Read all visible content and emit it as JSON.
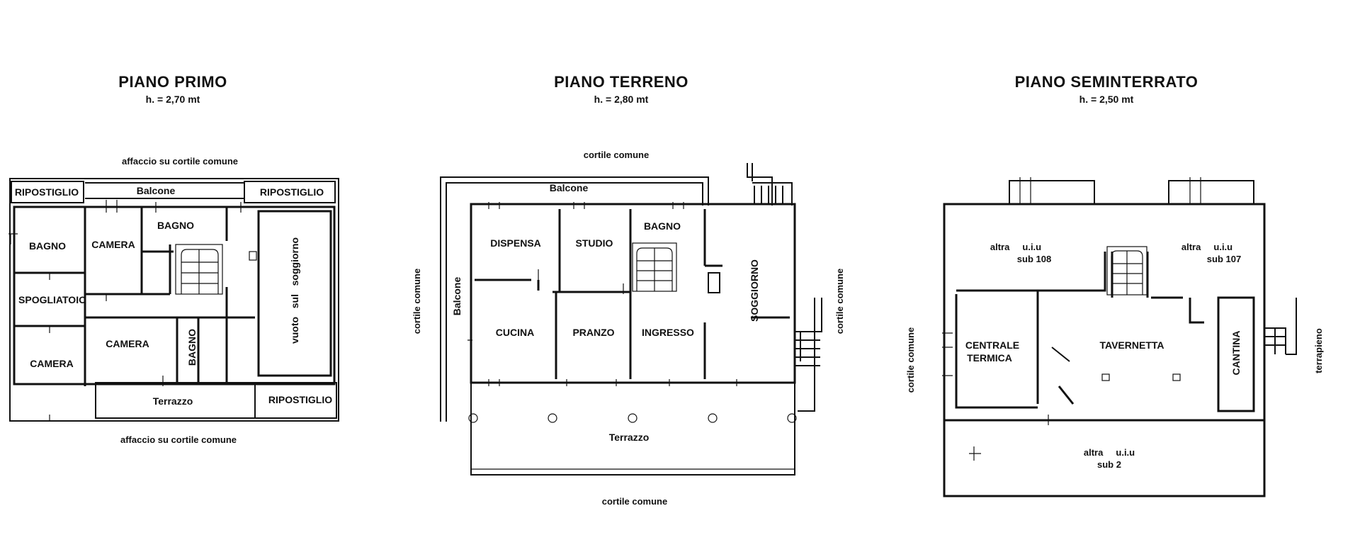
{
  "plans": [
    {
      "title": "PIANO PRIMO",
      "height": "h. = 2,70 mt",
      "notes": {
        "top": "affaccio su cortile comune",
        "bottom": "affaccio su cortile comune"
      },
      "rooms": {
        "ripostiglio_left": "RIPOSTIGLIO",
        "balcone": "Balcone",
        "ripostiglio_right": "RIPOSTIGLIO",
        "bagno_left": "BAGNO",
        "camera_top": "CAMERA",
        "bagno_top": "BAGNO",
        "spogliatoio": "SPOGLIATOIO",
        "camera_left": "CAMERA",
        "camera_mid": "CAMERA",
        "bagno_small": "BAGNO",
        "vuoto": "vuoto   sul   soggiorno",
        "terrazzo": "Terrazzo",
        "ripostiglio_bottom": "RIPOSTIGLIO"
      }
    },
    {
      "title": "PIANO TERRENO",
      "height": "h. = 2,80 mt",
      "notes": {
        "top": "cortile comune",
        "bottom": "cortile comune",
        "left": "cortile comune",
        "right": "cortile comune"
      },
      "rooms": {
        "balcone_top": "Balcone",
        "balcone_side": "Balcone",
        "dispensa": "DISPENSA",
        "studio": "STUDIO",
        "bagno": "BAGNO",
        "soggiorno": "SOGGIORNO",
        "cucina": "CUCINA",
        "pranzo": "PRANZO",
        "ingresso": "INGRESSO",
        "terrazzo": "Terrazzo"
      }
    },
    {
      "title": "PIANO SEMINTERRATO",
      "height": "h. = 2,50 mt",
      "notes": {
        "left": "cortile comune",
        "right": "terrapieno"
      },
      "rooms": {
        "altra_108_a": "altra     u.i.u",
        "altra_108_b": "sub 108",
        "altra_107_a": "altra     u.i.u",
        "altra_107_b": "sub 107",
        "centrale_a": "CENTRALE",
        "centrale_b": "TERMICA",
        "tavernetta": "TAVERNETTA",
        "cantina": "CANTINA",
        "altra_2_a": "altra     u.i.u",
        "altra_2_b": "sub 2"
      }
    }
  ]
}
